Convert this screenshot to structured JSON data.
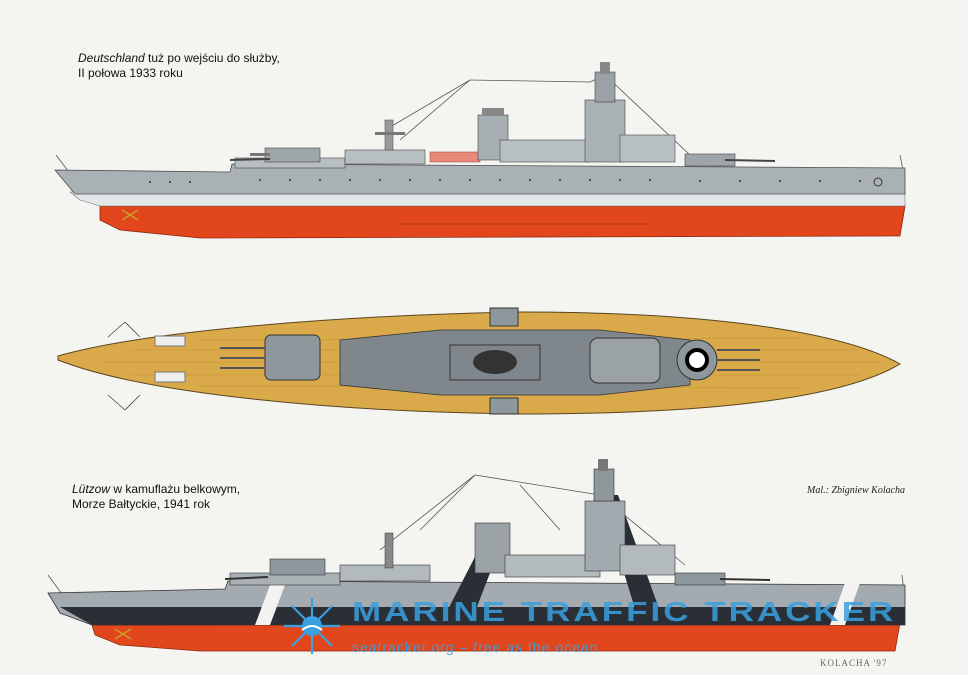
{
  "caption_top": {
    "ship_name": "Deutschland",
    "line1_rest": " tuż po wejściu do służby,",
    "line2": "II połowa 1933 roku"
  },
  "caption_bottom": {
    "ship_name": "Lützow",
    "line1_rest": " w kamuflażu belkowym,",
    "line2": "Morze Bałtyckie, 1941 rok"
  },
  "credit": "Mal.: Zbigniew Kolacha",
  "signature": "KOLACHA '97",
  "watermark": {
    "title": "MARINE TRAFFIC TRACKER",
    "tagline": "seatracker.org – free as the ocean",
    "color": "#3aa0e0"
  },
  "colors": {
    "hull_grey": "#a9b1b5",
    "antifouling_red": "#e2461c",
    "deck_wood": "#d9a94a",
    "camo_dark": "#2a2f36"
  }
}
